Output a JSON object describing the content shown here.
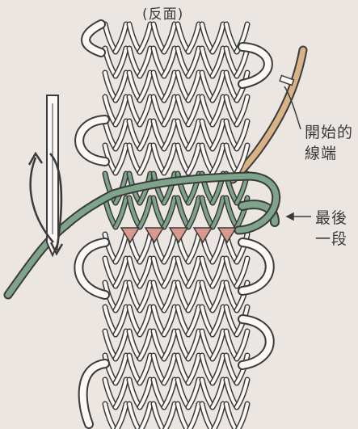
{
  "title": "(反面)",
  "labels": {
    "start_tail": [
      "開始的",
      "線端"
    ],
    "last_row": [
      "最後",
      "一段"
    ]
  },
  "colors": {
    "background": "#ece6e2",
    "yarn_white": "#fbf9f7",
    "yarn_outline": "#3b3b3b",
    "yarn_green": "#7ea58c",
    "yarn_green_dark": "#4f7a63",
    "tail_tan": "#d9b286",
    "highlight_pink": "#d89a8e"
  },
  "icons": [
    "arrow-icon",
    "needle-icon"
  ]
}
